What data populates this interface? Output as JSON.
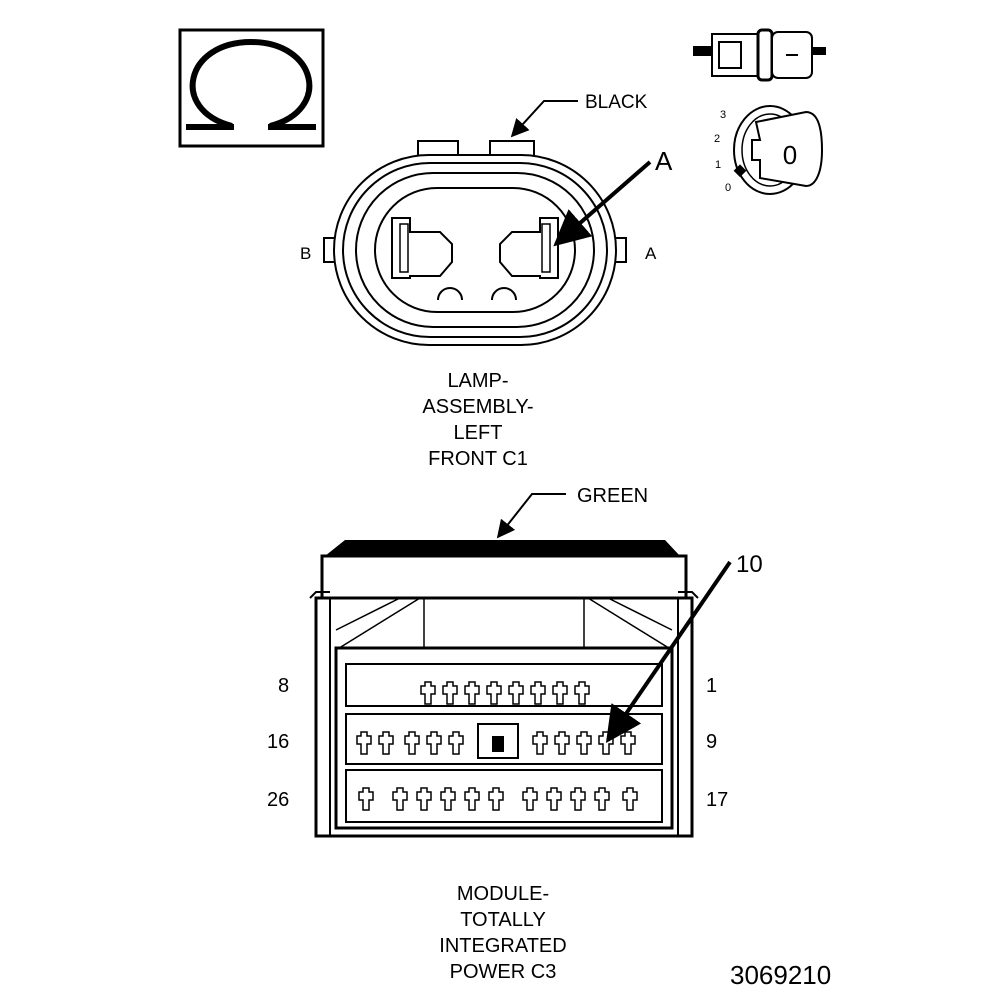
{
  "connector_c1": {
    "color_label": "BLACK",
    "callout": "A",
    "cavity_left": "B",
    "cavity_right": "A",
    "caption": [
      "LAMP-",
      "ASSEMBLY-",
      "LEFT",
      "FRONT C1"
    ]
  },
  "icons": {
    "ohm_symbol": "ohm-meter-icon",
    "connector_pin": "probe-pin-icon",
    "ignition_switch": "ignition-key-icon"
  },
  "ignition": {
    "positions": [
      "3",
      "2",
      "1",
      "0"
    ],
    "key_label": "0"
  },
  "connector_c3": {
    "color_label": "GREEN",
    "callout": "10",
    "row_labels_left": [
      "8",
      "16",
      "26"
    ],
    "row_labels_right": [
      "1",
      "9",
      "17"
    ],
    "caption": [
      "MODULE-",
      "TOTALLY",
      "INTEGRATED",
      "POWER C3"
    ]
  },
  "figure_id": "3069210"
}
